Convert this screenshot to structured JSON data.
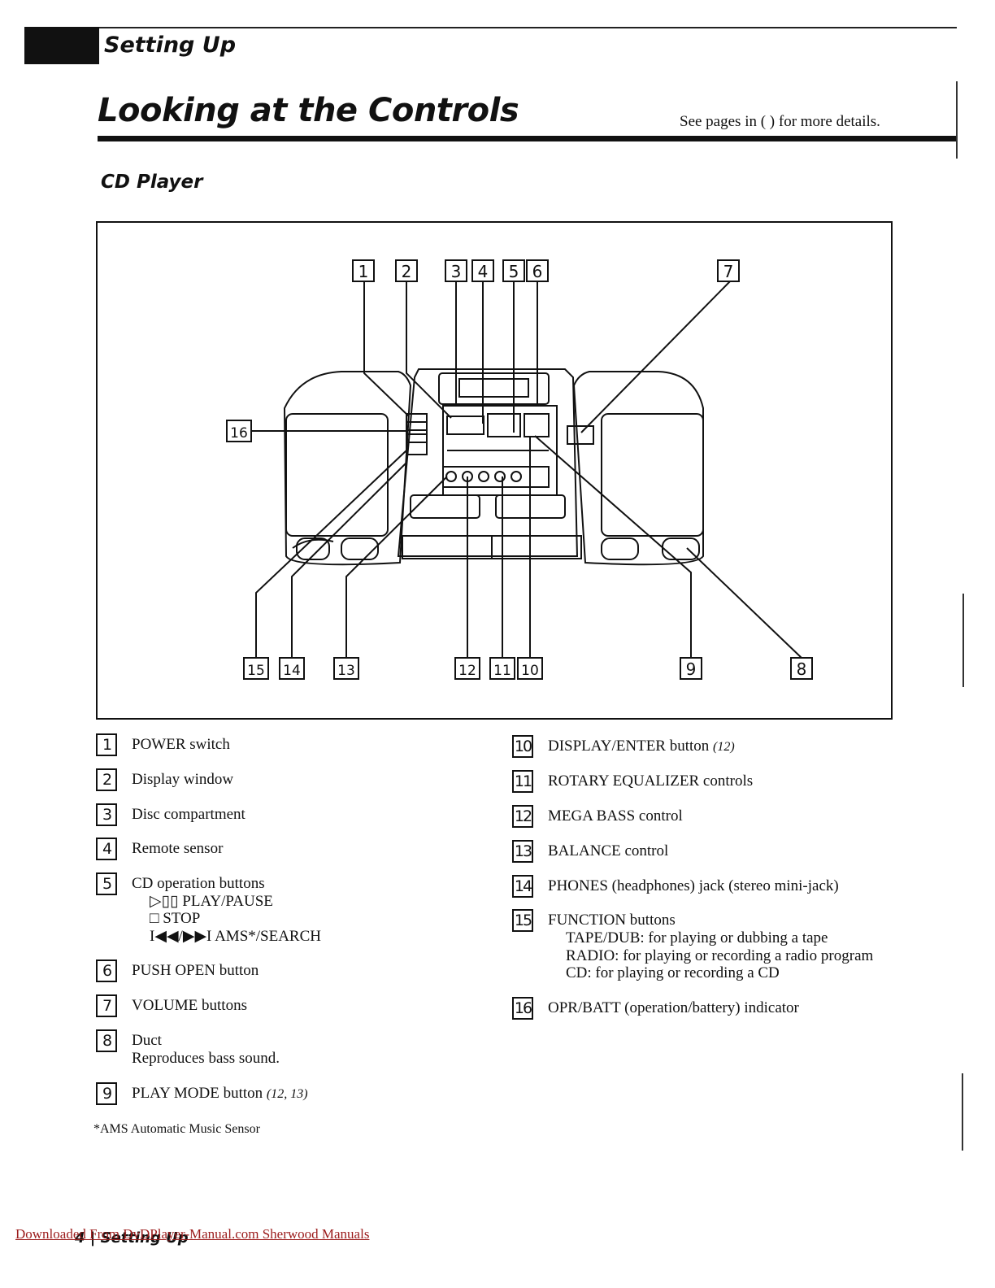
{
  "header": {
    "section_label": "Setting Up",
    "page_title": "Looking at the Controls",
    "see_note": "See pages in (    ) for more details.",
    "subsection": "CD Player"
  },
  "figure": {
    "callouts": [
      "1",
      "2",
      "3",
      "4",
      "5",
      "6",
      "7",
      "8",
      "9",
      "10",
      "11",
      "12",
      "13",
      "14",
      "15",
      "16"
    ]
  },
  "legend_left": [
    {
      "num": "1",
      "label": "POWER switch",
      "ref": ""
    },
    {
      "num": "2",
      "label": "Display window",
      "ref": ""
    },
    {
      "num": "3",
      "label": "Disc compartment",
      "ref": ""
    },
    {
      "num": "4",
      "label": "Remote sensor",
      "ref": ""
    },
    {
      "num": "5",
      "label": "CD operation buttons",
      "ref": "",
      "sub": [
        "▷▯▯ PLAY/PAUSE",
        "□ STOP",
        "I◀◀/▶▶I AMS*/SEARCH"
      ]
    },
    {
      "num": "6",
      "label": "PUSH OPEN button",
      "ref": ""
    },
    {
      "num": "7",
      "label": "VOLUME buttons",
      "ref": ""
    },
    {
      "num": "8",
      "label": "Duct",
      "ref": "",
      "sub": [
        "Reproduces bass sound."
      ]
    },
    {
      "num": "9",
      "label": "PLAY MODE button",
      "ref": "(12, 13)"
    }
  ],
  "legend_right": [
    {
      "num": "10",
      "label": "DISPLAY/ENTER button",
      "ref": "(12)"
    },
    {
      "num": "11",
      "label": "ROTARY EQUALIZER controls",
      "ref": ""
    },
    {
      "num": "12",
      "label": "MEGA BASS control",
      "ref": ""
    },
    {
      "num": "13",
      "label": "BALANCE control",
      "ref": ""
    },
    {
      "num": "14",
      "label": "PHONES (headphones) jack (stereo mini-jack)",
      "ref": ""
    },
    {
      "num": "15",
      "label": "FUNCTION buttons",
      "ref": "",
      "sub": [
        "TAPE/DUB: for playing or dubbing a tape",
        "RADIO: for playing or recording a radio program",
        "CD: for playing or recording a CD"
      ]
    },
    {
      "num": "16",
      "label": "OPR/BATT (operation/battery) indicator",
      "ref": ""
    }
  ],
  "footnote": "*AMS    Automatic Music Sensor",
  "footer": {
    "link_text": "Downloaded From DvDPlayer-Manual.com Sherwood Manuals",
    "page_label": "4 | Setting Up"
  }
}
